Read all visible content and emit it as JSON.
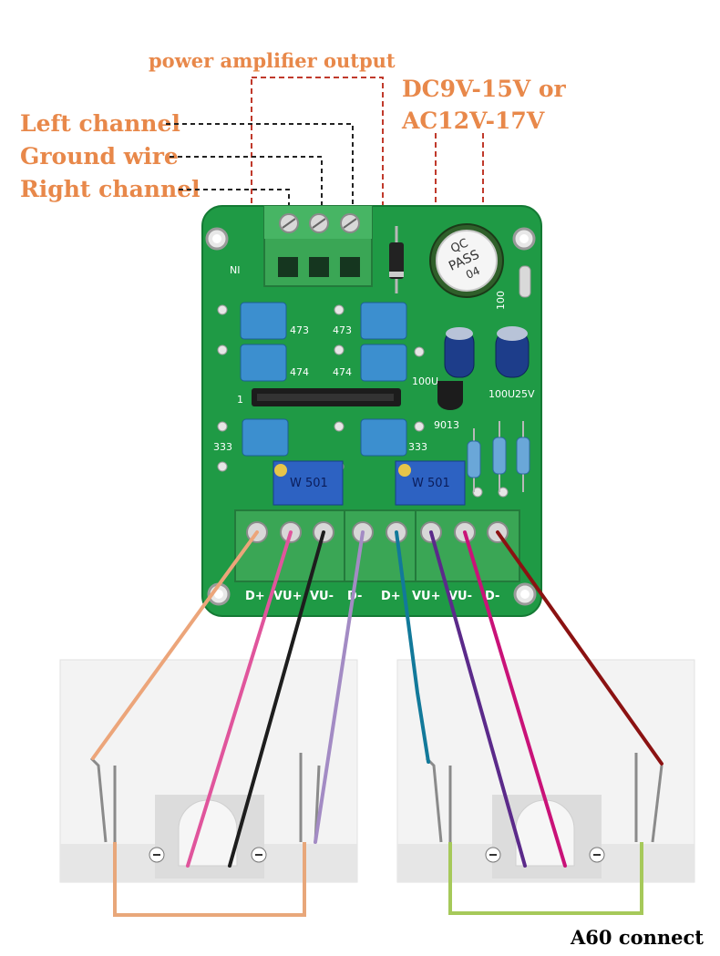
{
  "labels": {
    "power_amp_output": "power amplifier output",
    "left_channel": "Left channel",
    "ground_wire": "Ground wire",
    "right_channel": "Right channel",
    "power_line1": "DC9V-15V or",
    "power_line2": "AC12V-17V",
    "footer": "A60 connect"
  },
  "board": {
    "input_marker": "NI",
    "resistor_100": "100",
    "cap_473_left": "473",
    "cap_473_right": "473",
    "cap_474_left": "474",
    "cap_474_right": "474",
    "cap_333_left": "333",
    "cap_333_right": "333",
    "pot_left": "W 501",
    "pot_right": "W 501",
    "transistor": "9013",
    "elcap_left": "100U",
    "elcap_right": "100U25V",
    "big_cap_line1": "QC",
    "big_cap_line2": "PASS",
    "big_cap_line3": "04",
    "ic_pin": "1",
    "terminals": [
      "D+",
      "VU+",
      "VU-",
      "D-",
      "D+",
      "VU+",
      "VU-",
      "D-"
    ]
  },
  "colors": {
    "label_orange": "#e8884a",
    "pcb_green": "#1f9a45",
    "terminal_green": "#3aa655",
    "dashed_line": "#c0392b",
    "wire_peach": "#eca57a",
    "wire_pink": "#e0559c",
    "wire_black": "#1d1d1d",
    "wire_lilac": "#a38bc4",
    "wire_teal": "#12799a",
    "wire_purple": "#5b2a8a",
    "wire_magenta": "#c91278",
    "wire_darkred": "#8b1212",
    "bridge_left": "#e8a77a",
    "bridge_right": "#a6c95a"
  }
}
